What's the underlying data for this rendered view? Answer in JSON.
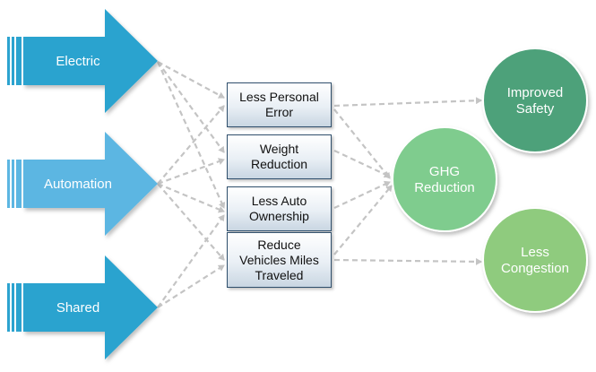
{
  "drivers": [
    {
      "label": "Electric",
      "color": "#2ca3cf"
    },
    {
      "label": "Automation",
      "color": "#5cb6e2"
    },
    {
      "label": "Shared",
      "color": "#2ca3cf"
    }
  ],
  "mechanisms": [
    {
      "label": "Less Personal\nError"
    },
    {
      "label": "Weight\nReduction"
    },
    {
      "label": "Less Auto\nOwnership"
    },
    {
      "label": "Reduce\nVehicles Miles\nTraveled"
    }
  ],
  "outcomes": [
    {
      "label": "Improved\nSafety",
      "color": "#4ea17a"
    },
    {
      "label": "GHG\nReduction",
      "color": "#7fcc8e"
    },
    {
      "label": "Less\nCongestion",
      "color": "#8fcb7e"
    }
  ],
  "connector_color": "#c4c4c4"
}
